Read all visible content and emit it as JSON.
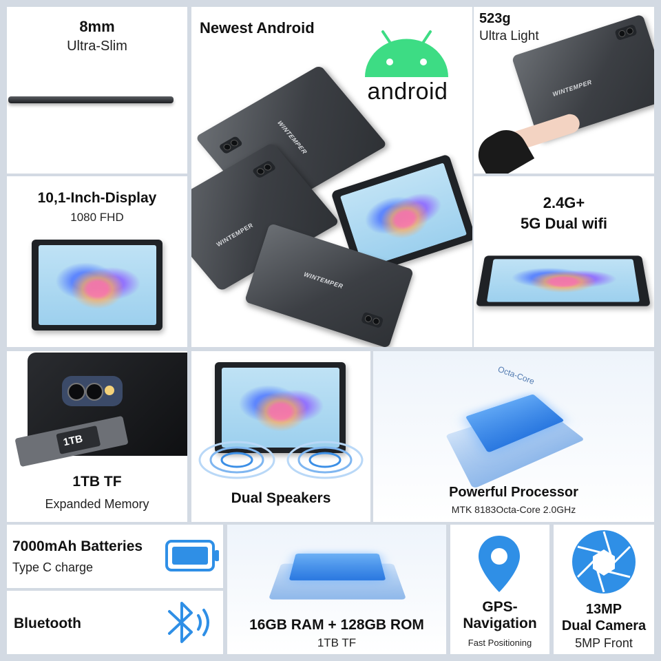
{
  "slim": {
    "title": "8mm",
    "subtitle": "Ultra-Slim"
  },
  "android": {
    "title": "Newest Android",
    "logo_text": "android",
    "brand": "WINTEMPER"
  },
  "weight": {
    "title": "523g",
    "subtitle": "Ultra Light",
    "brand": "WINTEMPER"
  },
  "display": {
    "title": "10,1-Inch-Display",
    "subtitle": "1080 FHD"
  },
  "wifi": {
    "title_line1": "2.4G+",
    "title_line2": "5G Dual wifi"
  },
  "memory": {
    "title": "1TB TF",
    "subtitle": "Expanded Memory",
    "card_label": "1TB"
  },
  "speakers": {
    "title": "Dual Speakers"
  },
  "processor": {
    "title": "Powerful Processor",
    "subtitle": "MTK 8183Octa-Core 2.0GHz",
    "chip_label": "Octa-Core"
  },
  "battery": {
    "title": "7000mAh Batteries",
    "subtitle": "Type C charge"
  },
  "bluetooth": {
    "title": "Bluetooth"
  },
  "ram": {
    "title": "16GB RAM + 128GB ROM",
    "subtitle": "1TB TF"
  },
  "gps": {
    "title_line1": "GPS-",
    "title_line2": "Navigation",
    "subtitle": "Fast Positioning"
  },
  "camera": {
    "title_line1": "13MP",
    "title_line2": "Dual Camera",
    "subtitle": "5MP Front"
  },
  "colors": {
    "accent_blue": "#2f8fe6",
    "tablet_dark": "#3c3f44",
    "background": "#d3dae3"
  }
}
